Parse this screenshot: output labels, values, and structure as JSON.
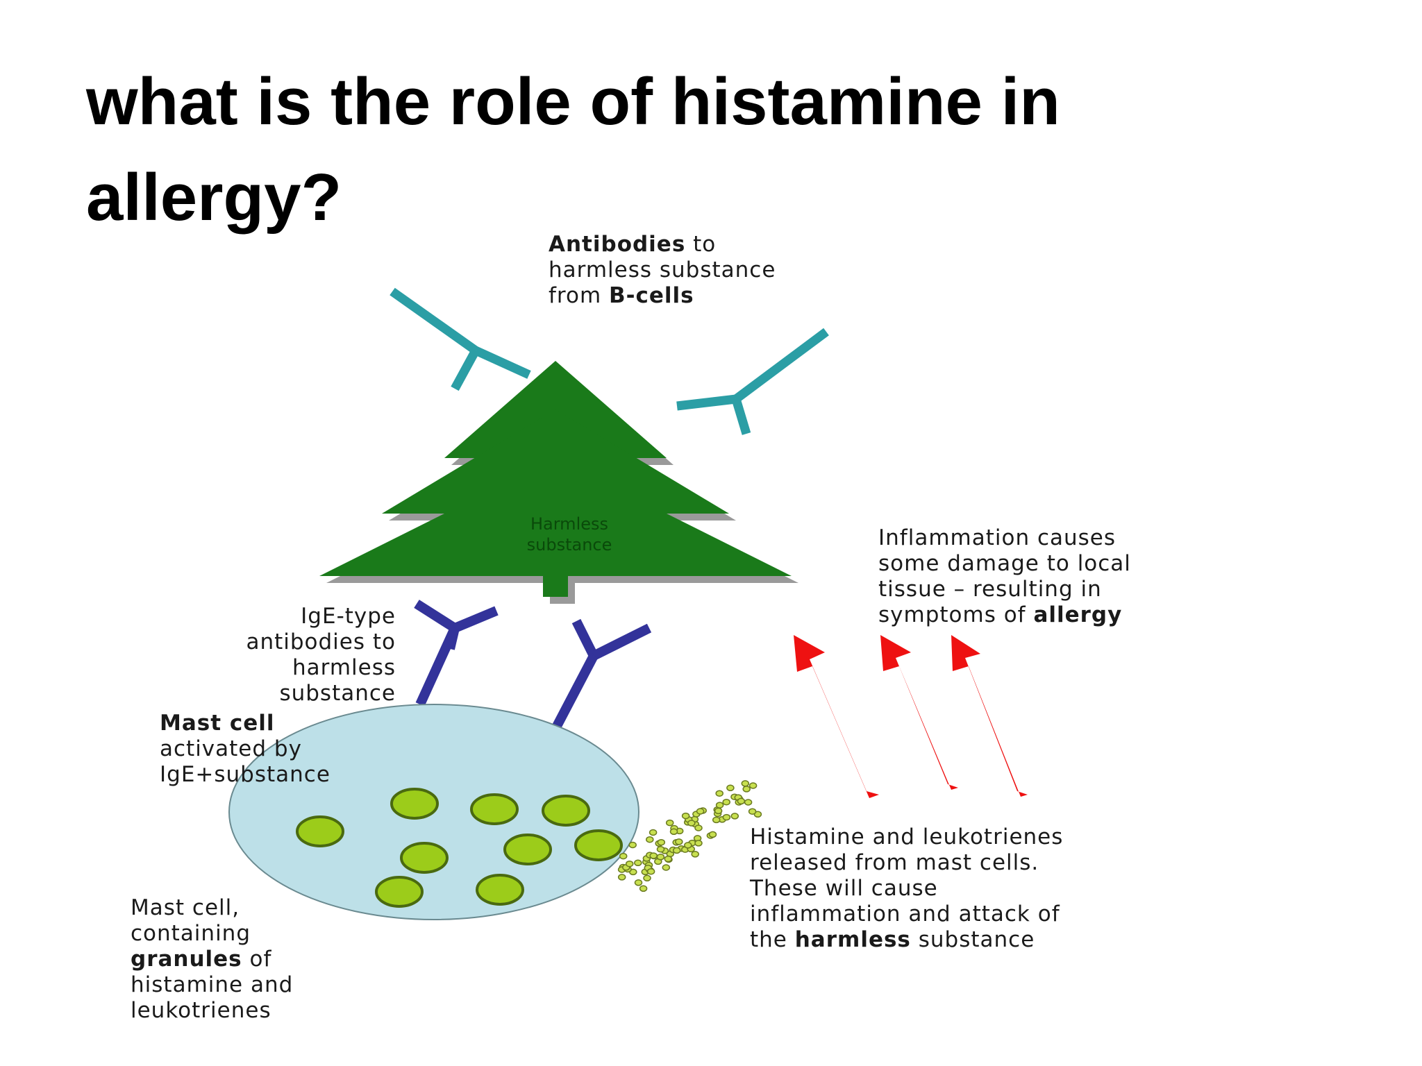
{
  "title": {
    "line1": "what is the role of histamine in",
    "line2": "allergy?"
  },
  "labels": {
    "antibodies": {
      "l1_bold": "Antibodies",
      "l1_rest": " to",
      "l2": "harmless substance",
      "l3_pre": "from ",
      "l3_bold": "B-cells"
    },
    "harmless_substance": {
      "l1": "Harmless",
      "l2": "substance"
    },
    "inflammation": {
      "l1": "Inflammation causes",
      "l2": "some damage to local",
      "l3": "tissue – resulting in",
      "l4_pre": "symptoms of ",
      "l4_bold": "allergy"
    },
    "ige": {
      "l1": "IgE-type",
      "l2": "antibodies to",
      "l3": "harmless",
      "l4": "substance"
    },
    "mast_activated": {
      "l1_bold": "Mast cell",
      "l2": "activated by",
      "l3": "IgE+substance"
    },
    "histamine_release": {
      "l1": "Histamine and leukotrienes",
      "l2": "released from mast cells.",
      "l3": "These will cause",
      "l4": "inflammation and attack of",
      "l5_pre": "the ",
      "l5_bold": "harmless",
      "l5_post": " substance"
    },
    "mast_containing": {
      "l1": "Mast cell,",
      "l2": "containing",
      "l3_bold": "granules",
      "l3_post": " of",
      "l4": "histamine and",
      "l5": "leukotrienes"
    }
  },
  "colors": {
    "tree": "#1a7a1a",
    "tree_shadow": "#9a9a9a",
    "antibody_b_cell": "#2b9ea5",
    "antibody_ige": "#33339a",
    "mast_cell": "#bde0e8",
    "granule": "#9ccc1a",
    "arrow": "#ee1111"
  },
  "icons": [
    "fir-tree-icon",
    "antibody-icon",
    "mast-cell-icon",
    "granule-icon",
    "up-arrow-icon"
  ]
}
